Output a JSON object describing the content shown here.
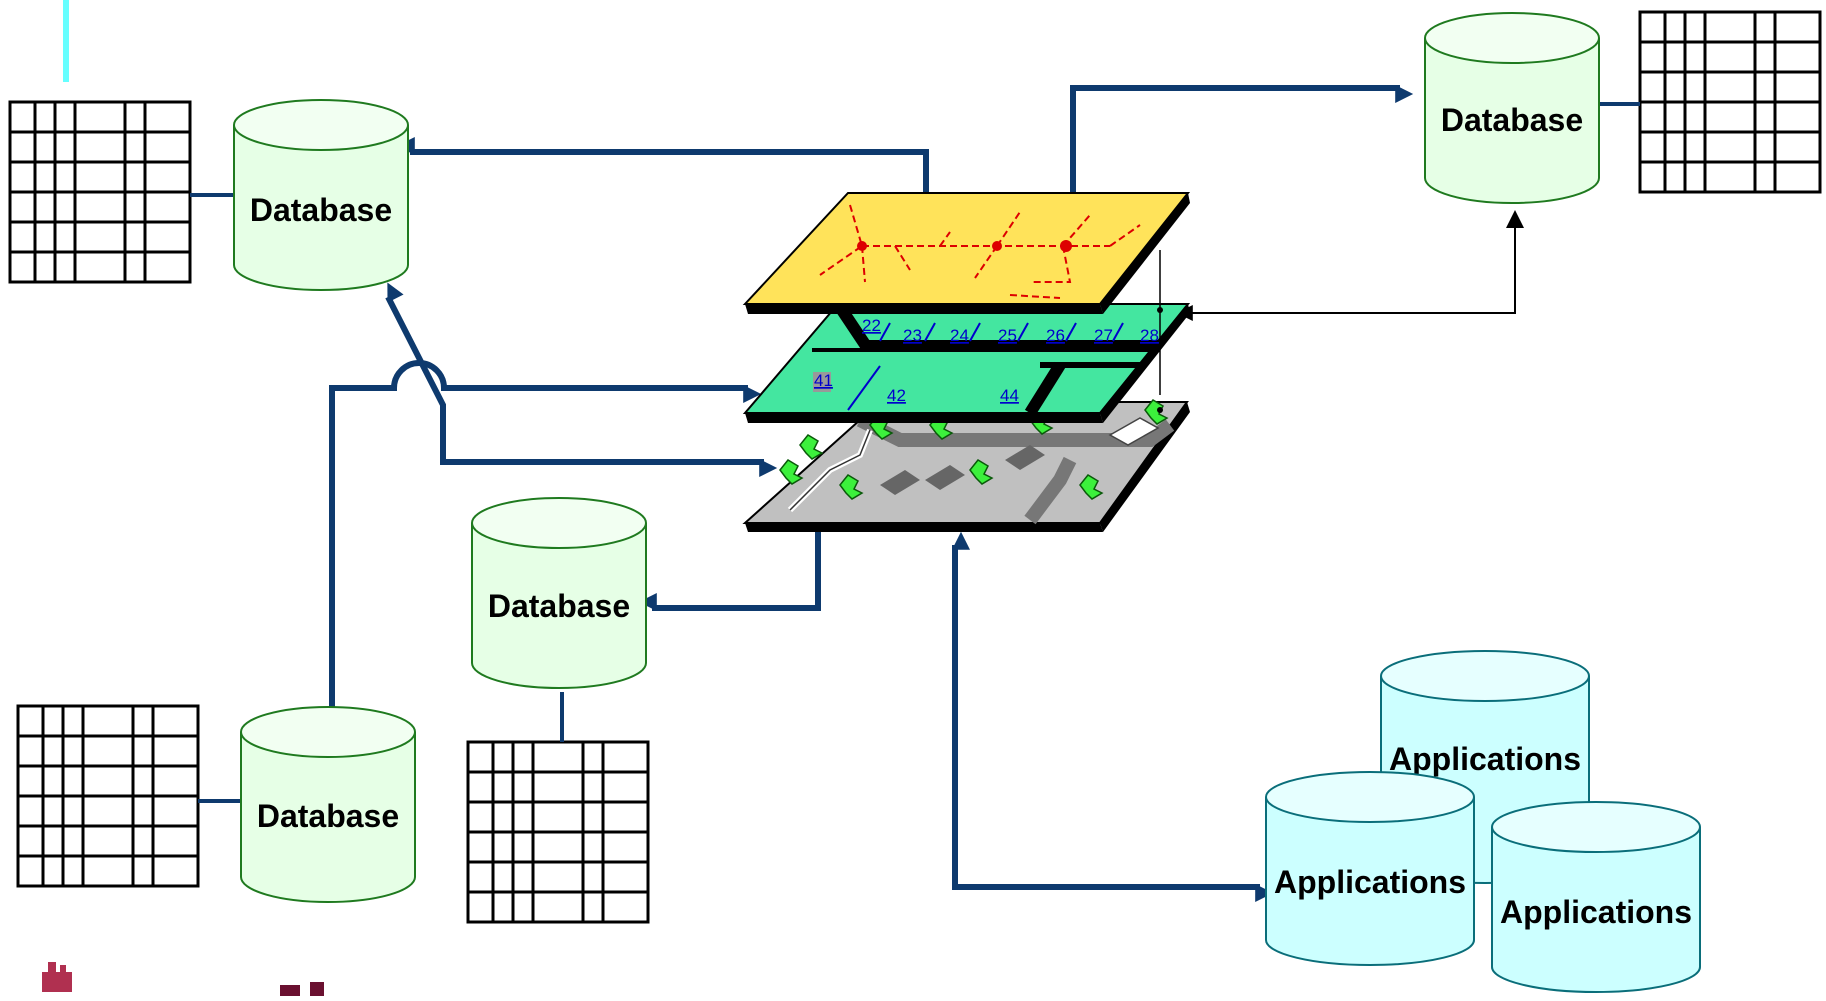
{
  "diagram": {
    "databases": [
      {
        "id": "db_top_left",
        "label": "Database"
      },
      {
        "id": "db_top_right",
        "label": "Database"
      },
      {
        "id": "db_middle",
        "label": "Database"
      },
      {
        "id": "db_bottom_left",
        "label": "Database"
      }
    ],
    "applications": [
      {
        "id": "app_top",
        "label": "Applications"
      },
      {
        "id": "app_left",
        "label": "Applications"
      },
      {
        "id": "app_right",
        "label": "Applications"
      }
    ],
    "parcel_labels": [
      "22",
      "23",
      "24",
      "25",
      "26",
      "27",
      "28",
      "41",
      "42",
      "44"
    ],
    "colors": {
      "database_fill": "#e6ffe6",
      "application_fill": "#ccffff",
      "arrow": "#0e3a6e",
      "layer_network": "#ffe35a",
      "layer_parcels": "#44e6a0",
      "layer_landuse": "#c0c0c0",
      "accent_bar": "#66ffff"
    }
  }
}
